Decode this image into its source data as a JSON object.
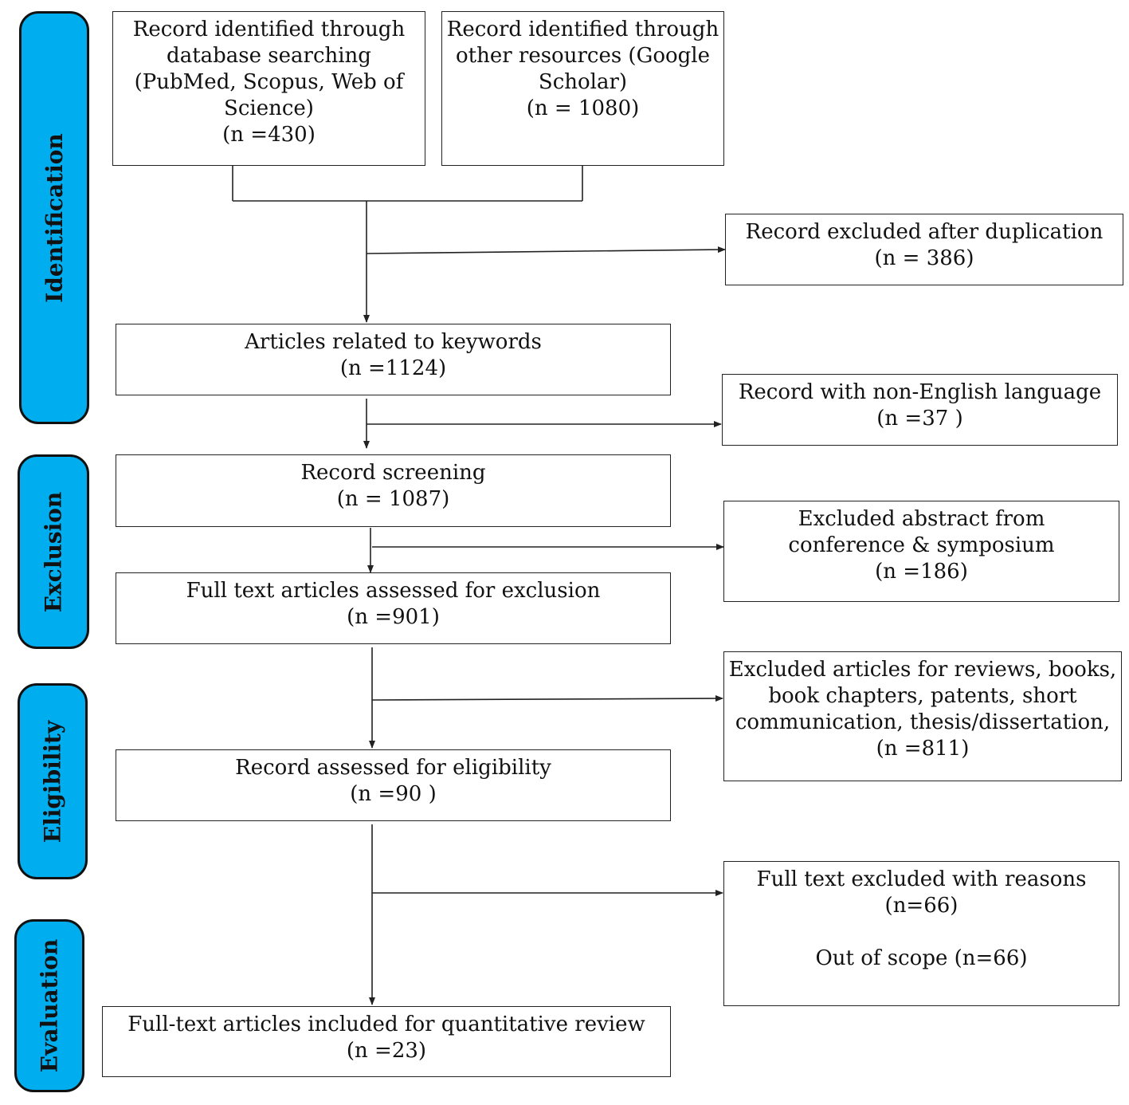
{
  "phases": {
    "identification": "Identification",
    "exclusion": "Exclusion",
    "eligibility": "Eligibility",
    "evaluation": "Evaluation"
  },
  "boxes": {
    "db_search": {
      "lines": [
        "Record identified through",
        "database searching",
        "(PubMed, Scopus, Web of",
        "Science)",
        "(n =430)"
      ]
    },
    "other_resources": {
      "lines": [
        "Record identified through",
        "other resources  (Google",
        "Scholar)",
        "(n = 1080)"
      ]
    },
    "dup_excluded": {
      "lines": [
        "Record excluded after duplication",
        "(n = 386)"
      ]
    },
    "keywords": {
      "lines": [
        "Articles related to keywords",
        "(n =1124)"
      ]
    },
    "non_english": {
      "lines": [
        "Record with non-English language",
        "(n =37 )"
      ]
    },
    "screening": {
      "lines": [
        "Record screening",
        "(n = 1087)"
      ]
    },
    "abstract_excluded": {
      "lines": [
        "Excluded abstract from",
        "conference & symposium",
        "(n =186)"
      ]
    },
    "fulltext_assessed": {
      "lines": [
        "Full text articles assessed for exclusion",
        "(n =901)"
      ]
    },
    "reviews_excluded": {
      "lines": [
        "Excluded articles for reviews, books,",
        "book chapters, patents, short",
        "communication, thesis/dissertation,",
        "(n =811)"
      ]
    },
    "eligibility": {
      "lines": [
        "Record assessed for eligibility",
        "(n =90 )"
      ]
    },
    "reasons_excluded": {
      "line1": "Full text excluded with reasons (n=66)",
      "line2": "Out of scope (n=66)"
    },
    "included": {
      "lines": [
        "Full-text  articles included for quantitative review",
        "(n =23)"
      ]
    }
  }
}
